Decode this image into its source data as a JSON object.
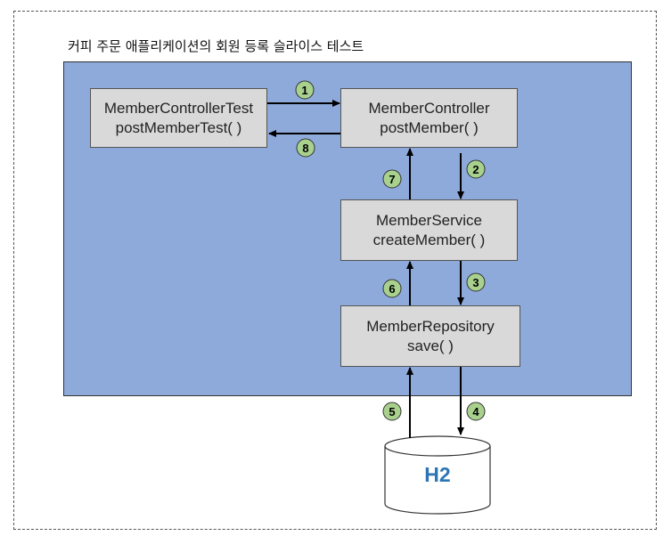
{
  "title": "커피 주문 애플리케이션의 회원 등록 슬라이스 테스트",
  "boxes": {
    "test": {
      "line1": "MemberControllerTest",
      "line2": "postMemberTest( )"
    },
    "controller": {
      "line1": "MemberController",
      "line2": "postMember( )"
    },
    "service": {
      "line1": "MemberService",
      "line2": "createMember( )"
    },
    "repository": {
      "line1": "MemberRepository",
      "line2": "save( )"
    }
  },
  "database": {
    "label": "H2"
  },
  "steps": [
    "1",
    "2",
    "3",
    "4",
    "5",
    "6",
    "7",
    "8"
  ],
  "colors": {
    "panel": "#8eaadb",
    "box": "#d9d9d9",
    "badge": "#a9d18e",
    "db_text": "#2e75b6"
  }
}
